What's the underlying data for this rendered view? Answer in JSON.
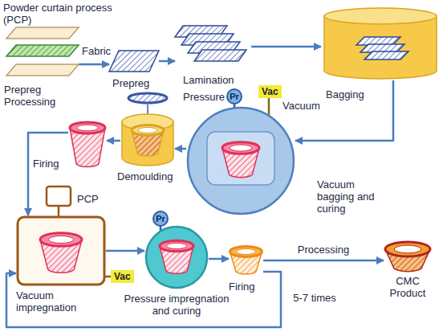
{
  "diagram": {
    "nodes": [
      {
        "text": [
          "Prepreg Processing"
        ]
      },
      {
        "text": [
          "Prepreg"
        ]
      },
      {
        "text": [
          "Lamination"
        ]
      },
      {
        "text": [
          "Bagging"
        ]
      },
      {
        "text": [
          "Vacuum bagging and curing"
        ]
      },
      {
        "text": [
          "Demoulding"
        ]
      },
      {
        "text": [
          "Firing"
        ]
      },
      {
        "text": [
          "Vacuum impregnation"
        ]
      },
      {
        "text": [
          "Pressure impregnation and curing"
        ]
      },
      {
        "text": [
          "Firing"
        ]
      },
      {
        "text": [
          "CMC Product"
        ]
      }
    ],
    "edges": [
      {
        "from": 0,
        "to": 1,
        "arrow": "to"
      },
      {
        "from": 1,
        "to": 2,
        "arrow": "to"
      },
      {
        "from": 2,
        "to": 3,
        "arrow": "to"
      },
      {
        "from": 3,
        "to": 4,
        "arrow": "to"
      },
      {
        "from": 4,
        "to": 5,
        "arrow": "to"
      },
      {
        "from": 5,
        "to": 6,
        "arrow": "to"
      },
      {
        "from": 6,
        "to": 7,
        "arrow": "to"
      },
      {
        "from": 7,
        "to": 8,
        "arrow": "to"
      },
      {
        "from": 8,
        "to": 9,
        "arrow": "to"
      },
      {
        "from": 9,
        "to": 10,
        "label": "Processing",
        "arrow": "to"
      },
      {
        "from": 9,
        "to": 7,
        "label": "5-7 times",
        "arrow": "to"
      }
    ],
    "labels": [
      "Powder curtain process (PCP)",
      "Fabric",
      "Pressure",
      "Pr",
      "Vac",
      "Vacuum",
      "PCP",
      "Pr",
      "Vac"
    ]
  }
}
